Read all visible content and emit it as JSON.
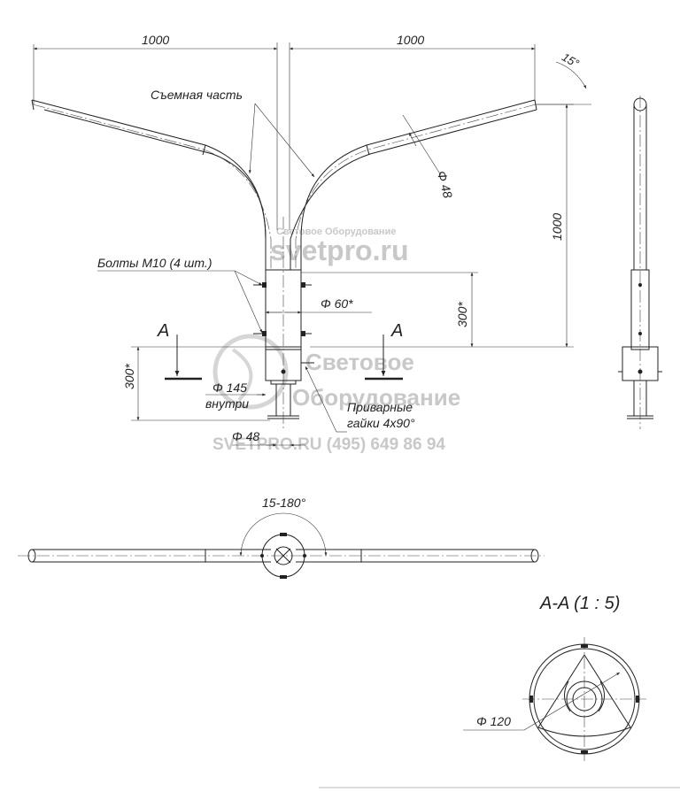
{
  "front_view": {
    "dim_left_width": "1000",
    "dim_right_width": "1000",
    "dim_angle": "15°",
    "label_removable": "Съемная часть",
    "dim_pipe_dia": "Φ 48",
    "dim_height": "1000",
    "label_bolts": "Болты М10 (4 шт.)",
    "dim_dia_60": "Φ 60*",
    "dim_sleeve_300": "300*",
    "dim_base_300": "300*",
    "section_mark_left": "A",
    "section_mark_right": "A",
    "dim_dia_145": "Φ 145",
    "label_inside": "внутри",
    "label_nuts_line1": "Приварные",
    "label_nuts_line2": "гайки 4x90°",
    "dim_dia_48_bottom": "Φ 48"
  },
  "top_view": {
    "dim_rotation": "15-180°"
  },
  "section_view": {
    "title": "A-A (1 : 5)",
    "dim_dia_120": "Φ 120"
  },
  "watermark": {
    "brand_small": "Световое Оборудование",
    "site_top": "svetpro.ru",
    "brand_line1": "Световое",
    "brand_line2": "Оборудование",
    "contact": "SVETPRO.RU   (495) 649 86 94"
  }
}
